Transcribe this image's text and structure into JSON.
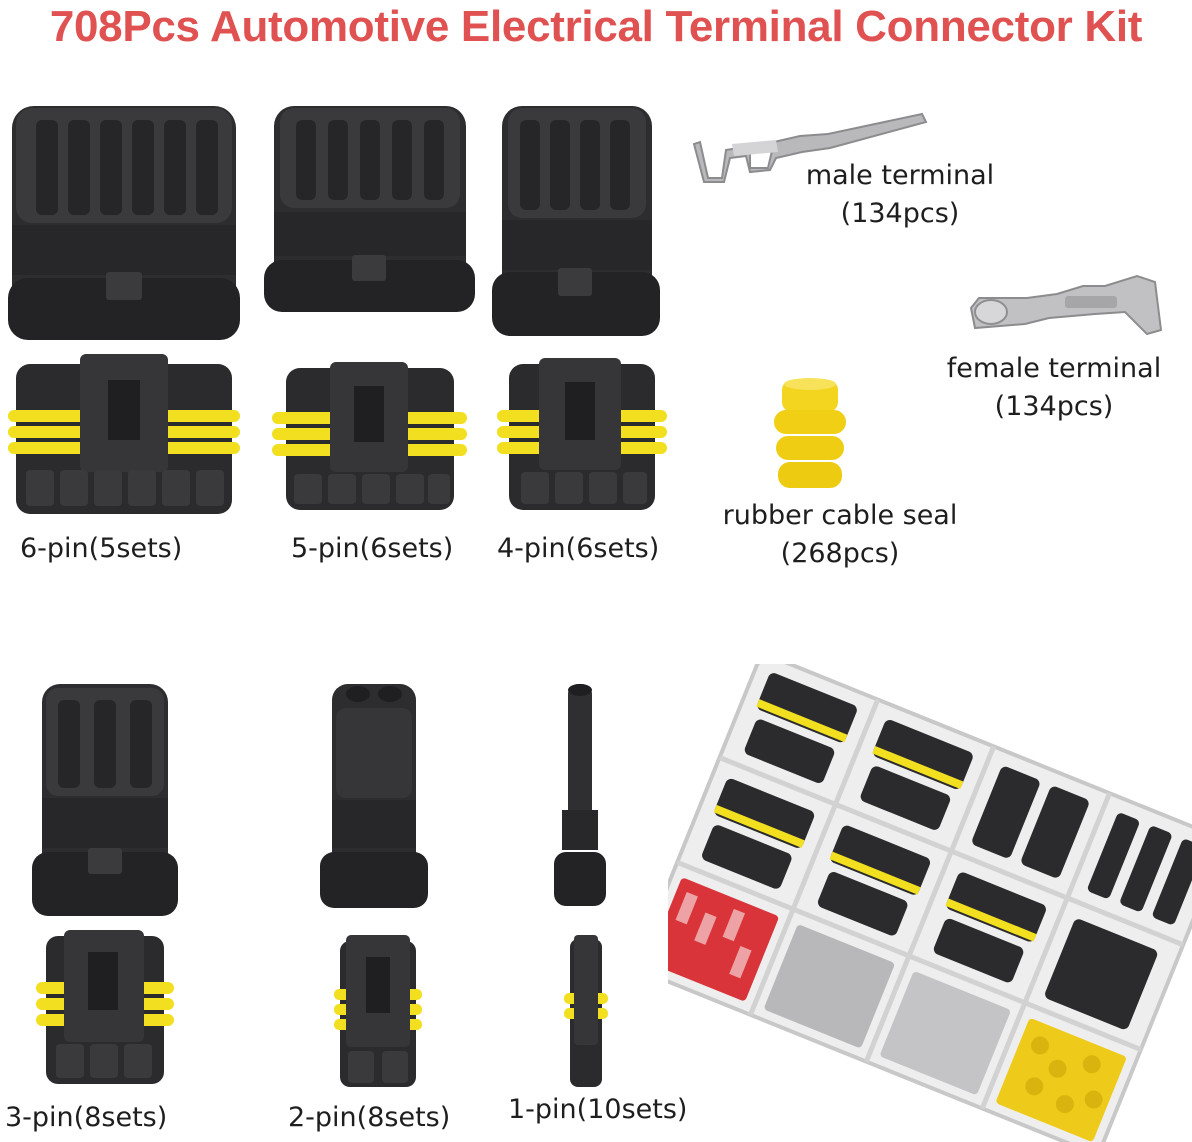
{
  "title": "708Pcs Automotive Electrical Terminal Connector Kit",
  "colors": {
    "title": "#e05252",
    "connector": "#2b2b2d",
    "seal": "#f2df1f",
    "terminal": "#b9b9bb"
  },
  "connectors": [
    {
      "pins": 6,
      "label": "6-pin(5sets)"
    },
    {
      "pins": 5,
      "label": "5-pin(6sets)"
    },
    {
      "pins": 4,
      "label": "4-pin(6sets)"
    },
    {
      "pins": 3,
      "label": "3-pin(8sets)"
    },
    {
      "pins": 2,
      "label": "2-pin(8sets)"
    },
    {
      "pins": 1,
      "label": "1-pin(10sets)"
    }
  ],
  "parts": {
    "male": {
      "name": "male terminal",
      "qty": "(134pcs)"
    },
    "female": {
      "name": "female terminal",
      "qty": "(134pcs)"
    },
    "seal": {
      "name": "rubber cable seal",
      "qty": "(268pcs)"
    }
  },
  "case_image": {
    "icon": "storage-case-icon"
  }
}
